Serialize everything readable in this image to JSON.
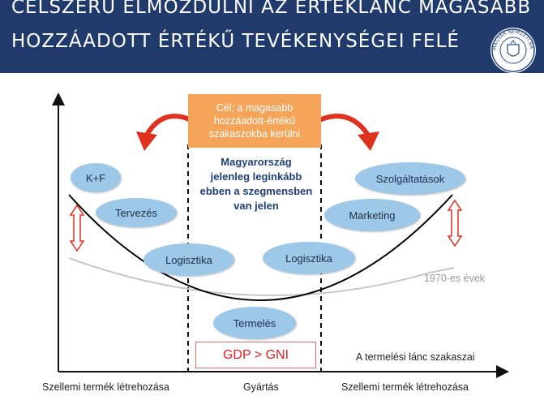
{
  "header": {
    "title_line1": "CÉLSZERŰ ELMOZDULNI AZ ÉRTÉKLÁNC MAGASABB",
    "title_line2": "HOZZÁADOTT ÉRTÉKŰ TEVÉKENYSÉGEI FELÉ",
    "seal_text": "MAGYAR NEMZETI BANK"
  },
  "goal_box": {
    "line1": "Cél: a magasabb",
    "line2": "hozzáadott-értékű",
    "line3": "szakaszokba kerülni"
  },
  "center_note": {
    "line1": "Magyarország",
    "line2": "jelenleg leginkább",
    "line3": "ebben a szegmensben",
    "line4": "van jelen"
  },
  "activities": {
    "kf": "K+F",
    "tervezes": "Tervezés",
    "logisztika_left": "Logisztika",
    "termeles": "Termelés",
    "logisztika_right": "Logisztika",
    "marketing": "Marketing",
    "szolgaltatasok": "Szolgáltatások"
  },
  "curve_labels": {
    "past": "1970-es évek"
  },
  "gdp_box": "GDP > GNI",
  "axis": {
    "x_title": "A termelési lánc szakaszai",
    "left": "Szellemi termék létrehozása",
    "middle": "Gyártás",
    "right": "Szellemi termék létrehozása"
  },
  "colors": {
    "header_bg": "#1f3a6b",
    "goal_box": "#f4a559",
    "oval": "#9ec8e8",
    "arrow_red": "#e0301e",
    "gdp_red": "#e02020"
  }
}
